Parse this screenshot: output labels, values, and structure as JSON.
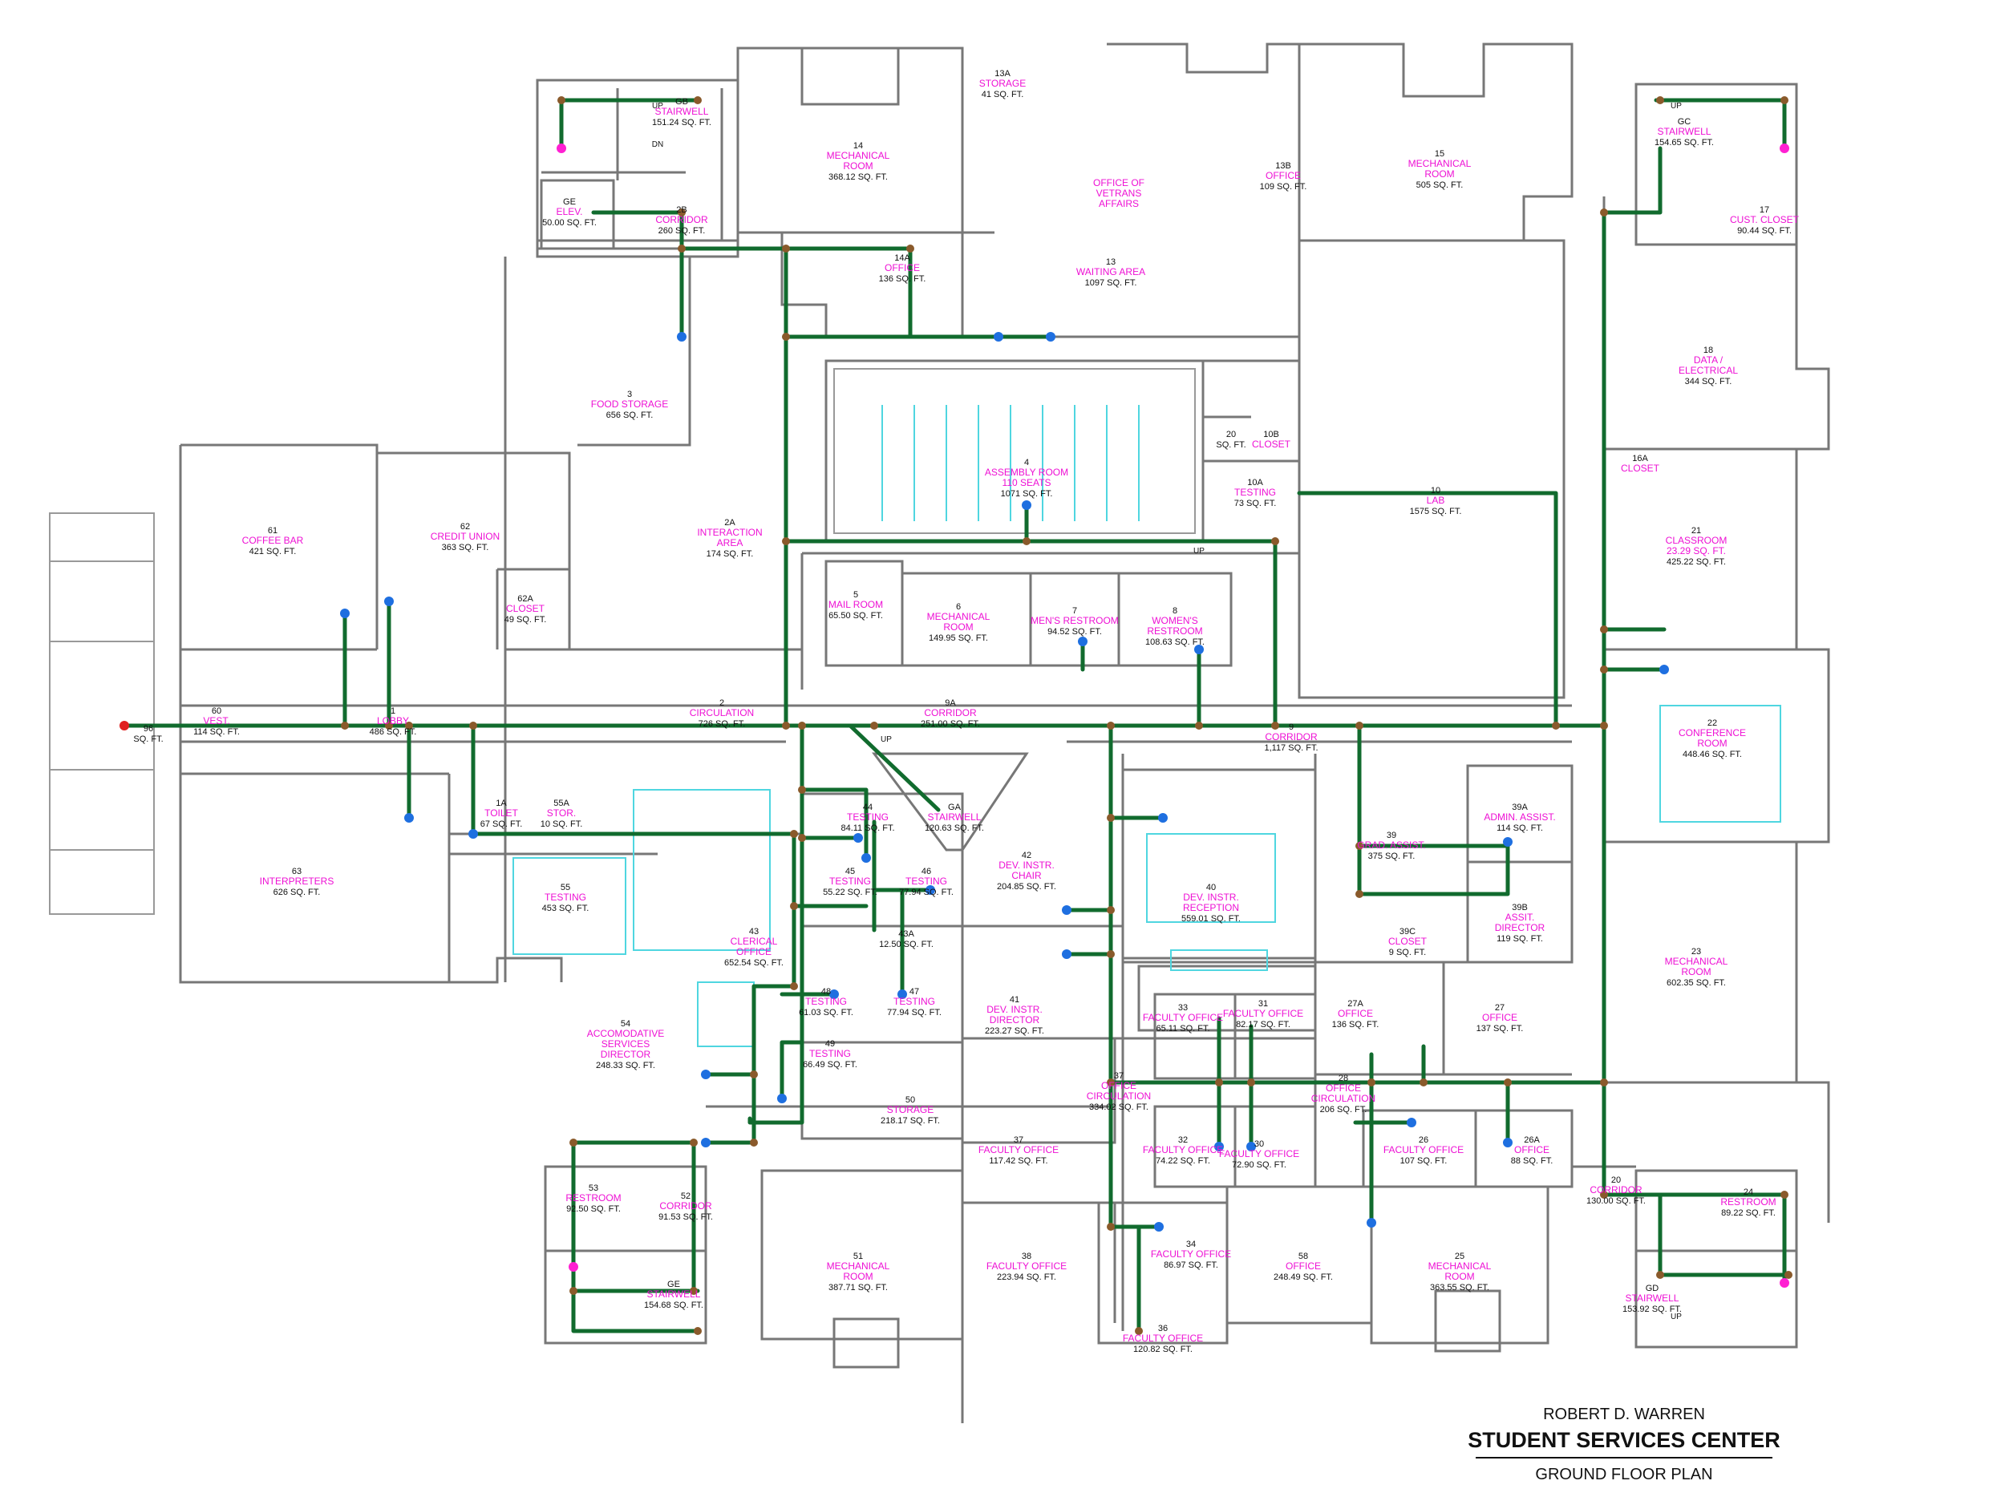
{
  "title_block": {
    "name": "ROBERT D. WARREN",
    "building": "STUDENT SERVICES CENTER",
    "sheet": "GROUND FLOOR PLAN"
  },
  "markers": {
    "up": "UP",
    "dn": "DN"
  },
  "rooms": [
    {
      "num": "96",
      "name": "",
      "area": "SQ. FT."
    },
    {
      "num": "60",
      "name": "VEST.",
      "area": "114 SQ. FT."
    },
    {
      "num": "1",
      "name": "LOBBY",
      "area": "486 SQ. FT."
    },
    {
      "num": "61",
      "name": "COFFEE BAR",
      "area": "421 SQ. FT."
    },
    {
      "num": "62",
      "name": "CREDIT UNION",
      "area": "363 SQ. FT."
    },
    {
      "num": "62A",
      "name": "CLOSET",
      "area": "49 SQ. FT."
    },
    {
      "num": "63",
      "name": "INTERPRETERS",
      "area": "626 SQ. FT."
    },
    {
      "num": "3",
      "name": "FOOD STORAGE",
      "area": "656 SQ. FT."
    },
    {
      "num": "2A",
      "name": "INTERACTION AREA",
      "area": "174 SQ. FT."
    },
    {
      "num": "2",
      "name": "CIRCULATION",
      "area": "726 SQ. FT."
    },
    {
      "num": "GB",
      "name": "STAIRWELL",
      "area": "151.24 SQ. FT."
    },
    {
      "num": "GE",
      "name": "ELEV.",
      "area": "50.00 SQ. FT."
    },
    {
      "num": "2B",
      "name": "CORRIDOR",
      "area": "260 SQ. FT."
    },
    {
      "num": "14",
      "name": "MECHANICAL ROOM",
      "area": "368.12 SQ. FT."
    },
    {
      "num": "14A",
      "name": "OFFICE",
      "area": "136 SQ. FT."
    },
    {
      "num": "13A",
      "name": "STORAGE",
      "area": "41 SQ. FT."
    },
    {
      "num": "",
      "name": "OFFICE OF VETRANS AFFAIRS",
      "area": ""
    },
    {
      "num": "13",
      "name": "WAITING AREA",
      "area": "1097 SQ. FT."
    },
    {
      "num": "13B",
      "name": "OFFICE",
      "area": "109 SQ. FT."
    },
    {
      "num": "15",
      "name": "MECHANICAL ROOM",
      "area": "505 SQ. FT."
    },
    {
      "num": "GC",
      "name": "STAIRWELL",
      "area": "154.65 SQ. FT."
    },
    {
      "num": "17",
      "name": "CUST. CLOSET",
      "area": "90.44 SQ. FT."
    },
    {
      "num": "18",
      "name": "DATA / ELECTRICAL",
      "area": "344 SQ. FT."
    },
    {
      "num": "4",
      "name": "ASSEMBLY ROOM",
      "area": "1071 SQ. FT.",
      "note": "110 SEATS"
    },
    {
      "num": "20",
      "name": "",
      "area": "SQ. FT."
    },
    {
      "num": "10B",
      "name": "CLOSET",
      "area": ""
    },
    {
      "num": "10A",
      "name": "TESTING",
      "area": "73 SQ. FT."
    },
    {
      "num": "10",
      "name": "LAB",
      "area": "1575 SQ. FT."
    },
    {
      "num": "16A",
      "name": "CLOSET",
      "area": ""
    },
    {
      "num": "21",
      "name": "CLASSROOM",
      "area": "425.22 SQ. FT.",
      "note": "23.29 SQ. FT."
    },
    {
      "num": "5",
      "name": "MAIL ROOM",
      "area": "65.50 SQ. FT."
    },
    {
      "num": "6",
      "name": "MECHANICAL ROOM",
      "area": "149.95 SQ. FT."
    },
    {
      "num": "7",
      "name": "MEN'S RESTROOM",
      "area": "94.52 SQ. FT."
    },
    {
      "num": "8",
      "name": "WOMEN'S RESTROOM",
      "area": "108.63 SQ. FT."
    },
    {
      "num": "9A",
      "name": "CORRIDOR",
      "area": "251.00 SQ. FT."
    },
    {
      "num": "9",
      "name": "CORRIDOR",
      "area": "1,117 SQ. FT."
    },
    {
      "num": "22",
      "name": "CONFERENCE ROOM",
      "area": "448.46 SQ. FT."
    },
    {
      "num": "1A",
      "name": "TOILET",
      "area": "67 SQ. FT."
    },
    {
      "num": "55A",
      "name": "STOR.",
      "area": "10 SQ. FT."
    },
    {
      "num": "55",
      "name": "TESTING",
      "area": "453 SQ. FT."
    },
    {
      "num": "44",
      "name": "TESTING",
      "area": "84.11 SQ. FT."
    },
    {
      "num": "GA",
      "name": "STAIRWELL",
      "area": "120.63 SQ. FT."
    },
    {
      "num": "45",
      "name": "TESTING",
      "area": "55.22 SQ. FT."
    },
    {
      "num": "46",
      "name": "TESTING",
      "area": "77.94 SQ. FT."
    },
    {
      "num": "43",
      "name": "CLERICAL OFFICE",
      "area": "652.54 SQ. FT."
    },
    {
      "num": "43A",
      "name": "",
      "area": "12.50 SQ. FT."
    },
    {
      "num": "42",
      "name": "DEV. INSTR. CHAIR",
      "area": "204.85 SQ. FT."
    },
    {
      "num": "40",
      "name": "DEV. INSTR. RECEPTION",
      "area": "559.01 SQ. FT."
    },
    {
      "num": "39",
      "name": "GRAD. ASSIST.",
      "area": "375 SQ. FT."
    },
    {
      "num": "39A",
      "name": "ADMIN. ASSIST.",
      "area": "114 SQ. FT."
    },
    {
      "num": "39B",
      "name": "ASSIT. DIRECTOR",
      "area": "119 SQ. FT."
    },
    {
      "num": "39C",
      "name": "CLOSET",
      "area": "9 SQ. FT."
    },
    {
      "num": "23",
      "name": "MECHANICAL ROOM",
      "area": "602.35 SQ. FT."
    },
    {
      "num": "54",
      "name": "ACCOMODATIVE SERVICES DIRECTOR",
      "area": "248.33 SQ. FT."
    },
    {
      "num": "48",
      "name": "TESTING",
      "area": "61.03 SQ. FT."
    },
    {
      "num": "47",
      "name": "TESTING",
      "area": "77.94 SQ. FT."
    },
    {
      "num": "49",
      "name": "TESTING",
      "area": "66.49 SQ. FT."
    },
    {
      "num": "41",
      "name": "DEV. INSTR. DIRECTOR",
      "area": "223.27 SQ. FT."
    },
    {
      "num": "33",
      "name": "FACULTY OFFICE",
      "area": "65.11 SQ. FT."
    },
    {
      "num": "31",
      "name": "FACULTY OFFICE",
      "area": "82.17 SQ. FT."
    },
    {
      "num": "27A",
      "name": "OFFICE",
      "area": "136 SQ. FT."
    },
    {
      "num": "27",
      "name": "OFFICE",
      "area": "137 SQ. FT."
    },
    {
      "num": "50",
      "name": "STORAGE",
      "area": "218.17 SQ. FT."
    },
    {
      "num": "37",
      "name": "OFFICE CIRCULATION",
      "area": "334.02 SQ. FT."
    },
    {
      "num": "28",
      "name": "OFFICE CIRCULATION",
      "area": "206 SQ. FT."
    },
    {
      "num": "32",
      "name": "FACULTY OFFICE",
      "area": "74.22 SQ. FT."
    },
    {
      "num": "30",
      "name": "FACULTY OFFICE",
      "area": "72.90 SQ. FT."
    },
    {
      "num": "26",
      "name": "FACULTY OFFICE",
      "area": "107 SQ. FT."
    },
    {
      "num": "26A",
      "name": "OFFICE",
      "area": "88 SQ. FT."
    },
    {
      "num": "37",
      "name": "FACULTY OFFICE",
      "area": "117.42 SQ. FT."
    },
    {
      "num": "53",
      "name": "RESTROOM",
      "area": "92.50 SQ. FT."
    },
    {
      "num": "52",
      "name": "CORRIDOR",
      "area": "91.53 SQ. FT."
    },
    {
      "num": "GE",
      "name": "STAIRWELL",
      "area": "154.68 SQ. FT."
    },
    {
      "num": "51",
      "name": "MECHANICAL ROOM",
      "area": "387.71 SQ. FT."
    },
    {
      "num": "38",
      "name": "FACULTY OFFICE",
      "area": "223.94 SQ. FT."
    },
    {
      "num": "34",
      "name": "FACULTY OFFICE",
      "area": "86.97 SQ. FT."
    },
    {
      "num": "36",
      "name": "FACULTY OFFICE",
      "area": "120.82 SQ. FT."
    },
    {
      "num": "58",
      "name": "OFFICE",
      "area": "248.49 SQ. FT."
    },
    {
      "num": "25",
      "name": "MECHANICAL ROOM",
      "area": "363.55 SQ. FT."
    },
    {
      "num": "20",
      "name": "CORRIDOR",
      "area": "130.00 SQ. FT."
    },
    {
      "num": "24",
      "name": "RESTROOM",
      "area": "89.22 SQ. FT."
    },
    {
      "num": "GD",
      "name": "STAIRWELL",
      "area": "153.92 SQ. FT."
    }
  ]
}
